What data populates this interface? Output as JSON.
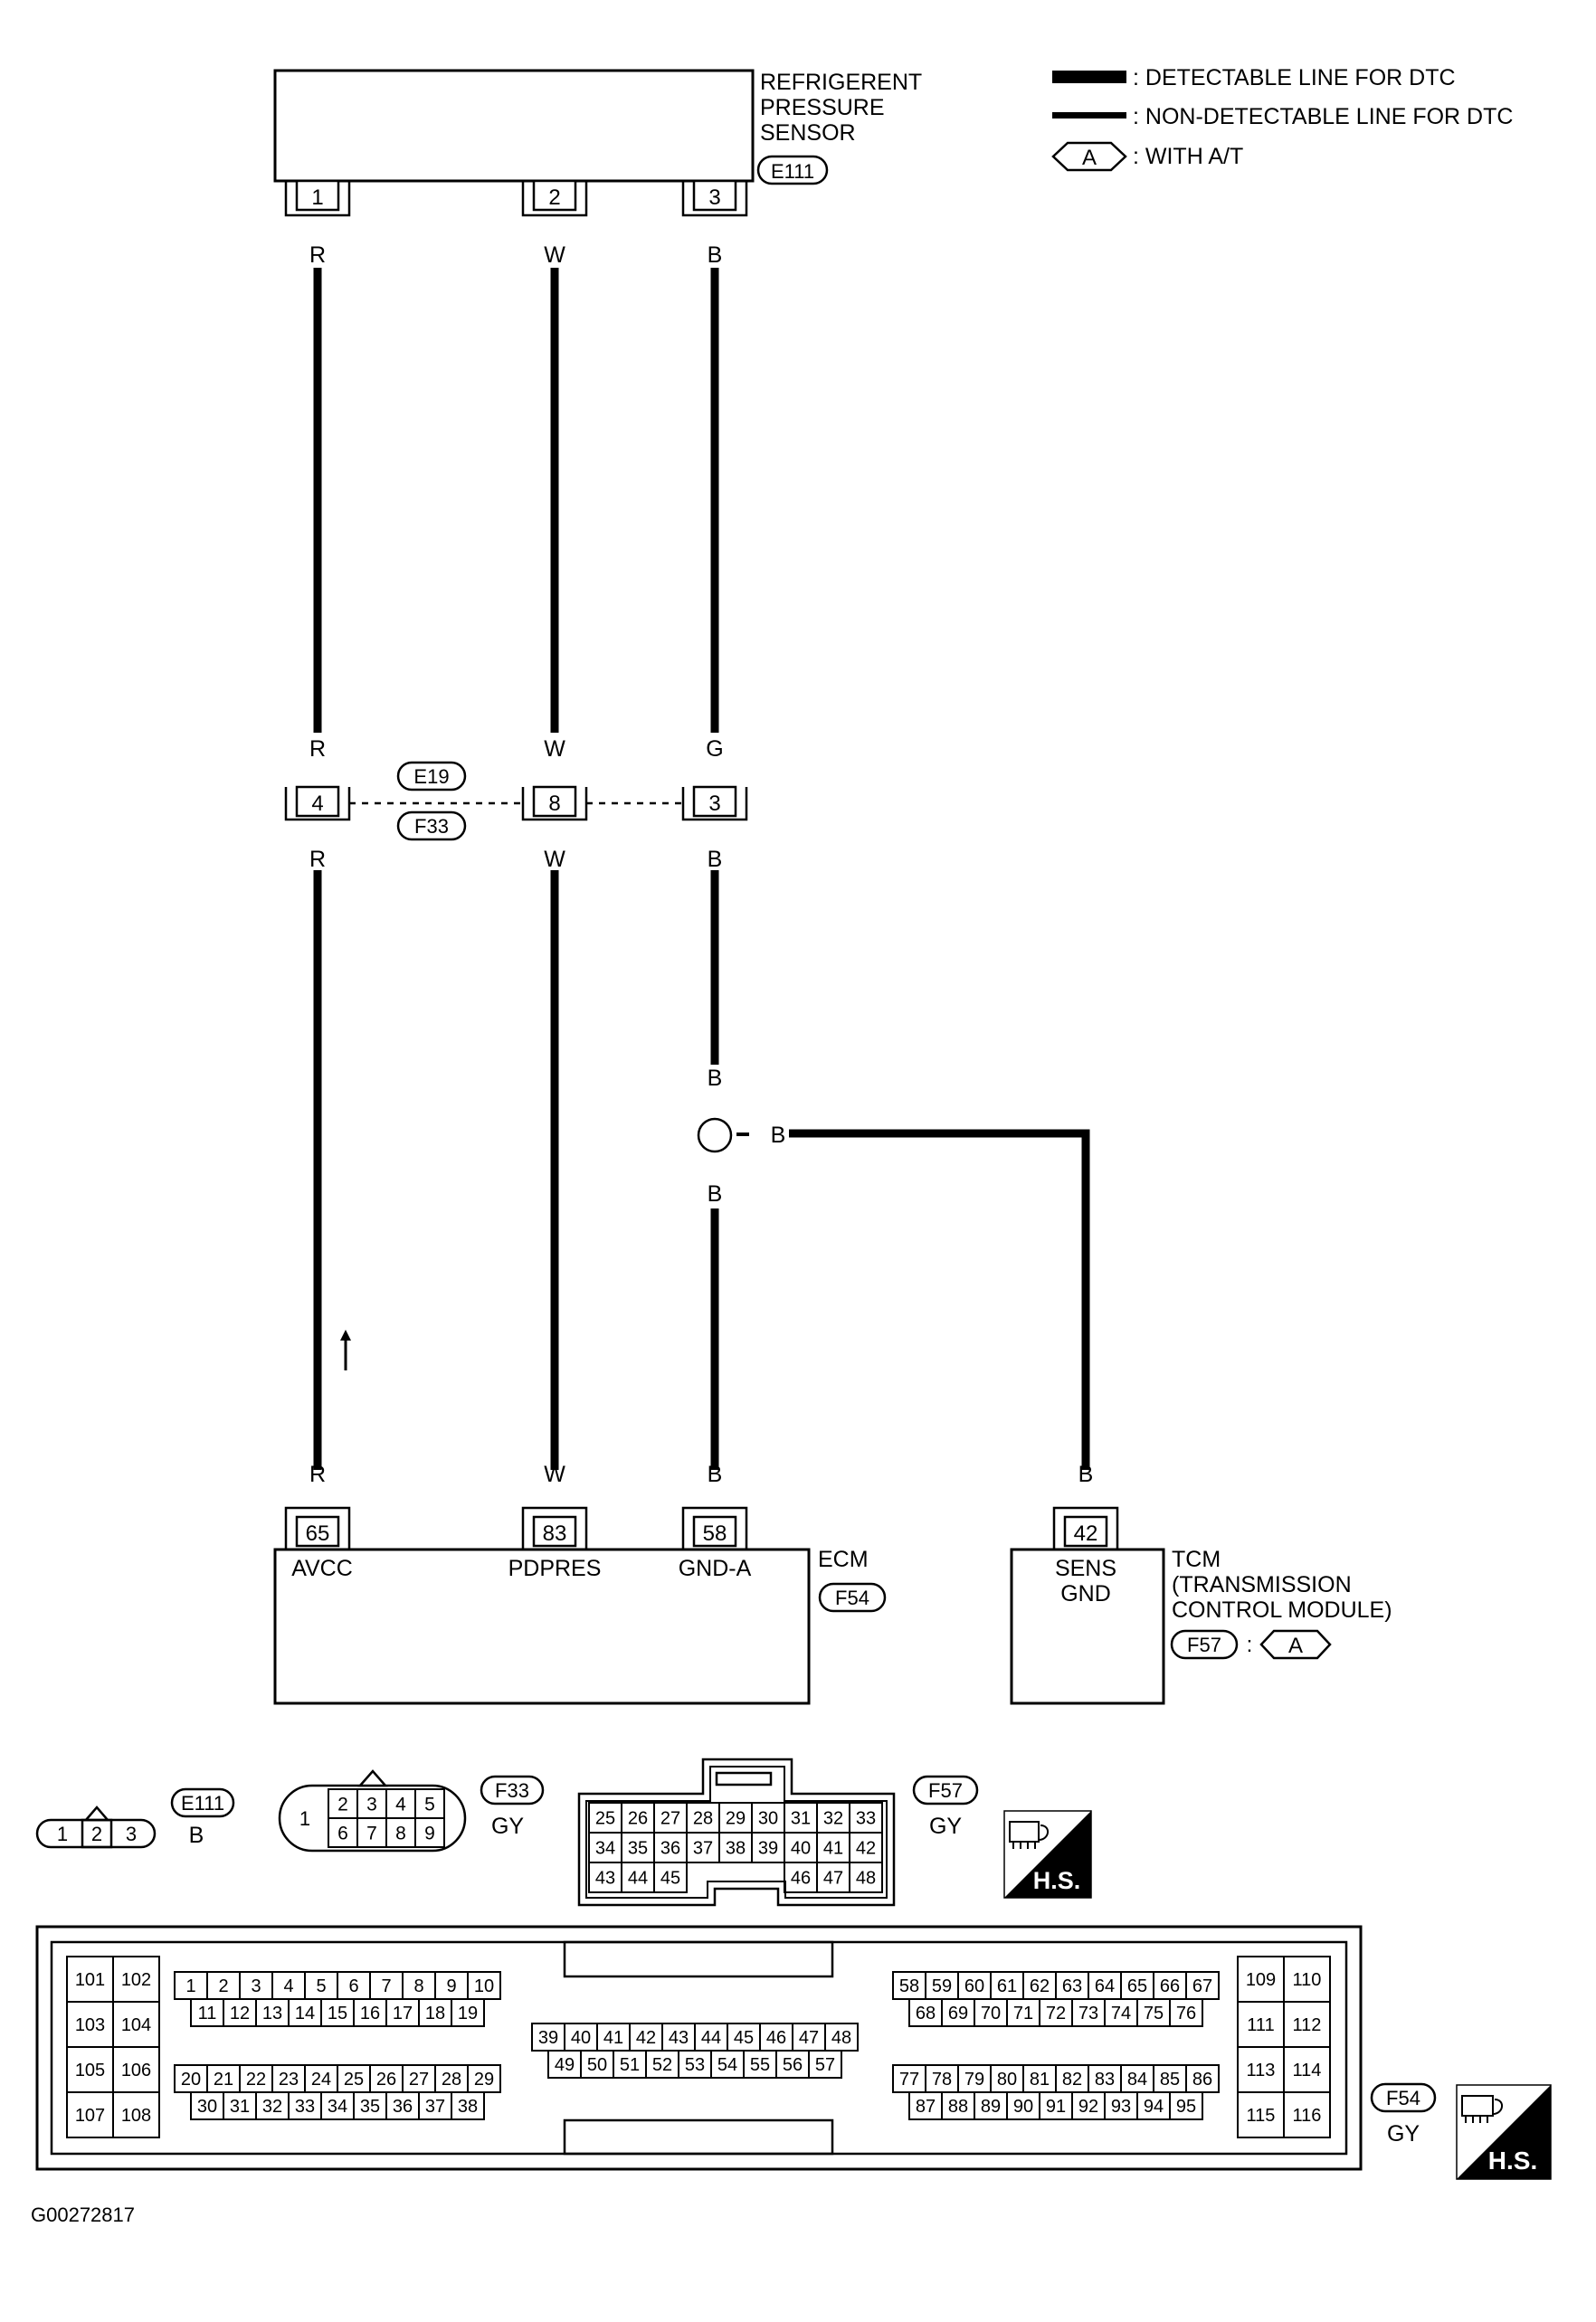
{
  "legend": {
    "detectable": ": DETECTABLE LINE FOR DTC",
    "non_detectable": ": NON-DETECTABLE LINE FOR DTC",
    "with_at_symbol": "A",
    "with_at": ": WITH A/T"
  },
  "sensor": {
    "name_line1": "REFRIGERENT",
    "name_line2": "PRESSURE",
    "name_line3": "SENSOR",
    "connector": "E111",
    "pins": [
      "1",
      "2",
      "3"
    ]
  },
  "wires": {
    "w1_top": "R",
    "w2_top": "W",
    "w3_top": "B",
    "w1_mid_top": "R",
    "w2_mid_top": "W",
    "w3_mid_top": "G",
    "w1_mid_bot": "R",
    "w2_mid_bot": "W",
    "w3_mid_bot": "B",
    "w3_splice_top": "B",
    "w3_splice_branch": "B",
    "w3_splice_bot": "B",
    "w1_bottom": "R",
    "w2_bottom": "W",
    "w3_bottom": "B",
    "w4_bottom": "B"
  },
  "junction": {
    "connector_top": "E19",
    "connector_bottom": "F33",
    "pins": [
      "4",
      "8",
      "3"
    ]
  },
  "ecm": {
    "label": "ECM",
    "connector": "F54",
    "pins": [
      "65",
      "83",
      "58"
    ],
    "terminals": [
      "AVCC",
      "PDPRES",
      "GND-A"
    ]
  },
  "tcm": {
    "label_line1": "TCM",
    "label_line2": "(TRANSMISSION",
    "label_line3": "CONTROL MODULE)",
    "connector": "F57",
    "colon": ":",
    "with_symbol": "A",
    "pin": "42",
    "terminal_line1": "SENS",
    "terminal_line2": "GND"
  },
  "connector_views": {
    "e111": {
      "id": "E111",
      "color": "B",
      "pins": [
        "1",
        "2",
        "3"
      ]
    },
    "f33": {
      "id": "F33",
      "color": "GY",
      "pin_single": "1",
      "row1": [
        "2",
        "3",
        "4",
        "5"
      ],
      "row2": [
        "6",
        "7",
        "8",
        "9"
      ]
    },
    "f57": {
      "id": "F57",
      "color": "GY",
      "row1": [
        "25",
        "26",
        "27",
        "28",
        "29",
        "30",
        "31",
        "32",
        "33"
      ],
      "row2": [
        "34",
        "35",
        "36",
        "37",
        "38",
        "39",
        "40",
        "41",
        "42"
      ],
      "row3_left": [
        "43",
        "44",
        "45"
      ],
      "row3_right": [
        "46",
        "47",
        "48"
      ]
    },
    "f54": {
      "id": "F54",
      "color": "GY",
      "left_block": [
        "101",
        "102",
        "103",
        "104",
        "105",
        "106",
        "107",
        "108"
      ],
      "row_a": [
        "1",
        "2",
        "3",
        "4",
        "5",
        "6",
        "7",
        "8",
        "9",
        "10"
      ],
      "row_b": [
        "11",
        "12",
        "13",
        "14",
        "15",
        "16",
        "17",
        "18",
        "19"
      ],
      "row_c": [
        "20",
        "21",
        "22",
        "23",
        "24",
        "25",
        "26",
        "27",
        "28",
        "29"
      ],
      "row_d": [
        "30",
        "31",
        "32",
        "33",
        "34",
        "35",
        "36",
        "37",
        "38"
      ],
      "mid_top": [
        "39",
        "40",
        "41",
        "42",
        "43",
        "44",
        "45",
        "46",
        "47",
        "48"
      ],
      "mid_bot": [
        "49",
        "50",
        "51",
        "52",
        "53",
        "54",
        "55",
        "56",
        "57"
      ],
      "row_e": [
        "58",
        "59",
        "60",
        "61",
        "62",
        "63",
        "64",
        "65",
        "66",
        "67"
      ],
      "row_f": [
        "68",
        "69",
        "70",
        "71",
        "72",
        "73",
        "74",
        "75",
        "76"
      ],
      "row_g": [
        "77",
        "78",
        "79",
        "80",
        "81",
        "82",
        "83",
        "84",
        "85",
        "86"
      ],
      "row_h": [
        "87",
        "88",
        "89",
        "90",
        "91",
        "92",
        "93",
        "94",
        "95"
      ],
      "right_block": [
        "109",
        "110",
        "111",
        "112",
        "113",
        "114",
        "115",
        "116"
      ]
    },
    "hs_label": "H.S."
  },
  "footer_code": "G00272817"
}
